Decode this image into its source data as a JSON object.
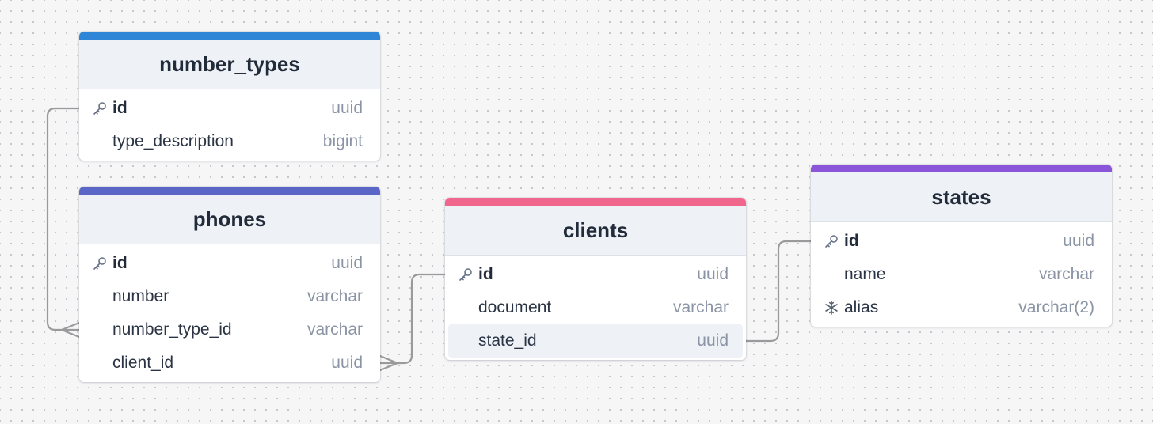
{
  "tables": [
    {
      "id": "number_types",
      "title": "number_types",
      "accent": "#2f86d6",
      "columns": [
        {
          "name": "id",
          "type": "uuid",
          "icon": "key-icon"
        },
        {
          "name": "type_description",
          "type": "bigint"
        }
      ]
    },
    {
      "id": "phones",
      "title": "phones",
      "accent": "#5b67c7",
      "columns": [
        {
          "name": "id",
          "type": "uuid",
          "icon": "key-icon"
        },
        {
          "name": "number",
          "type": "varchar"
        },
        {
          "name": "number_type_id",
          "type": "varchar"
        },
        {
          "name": "client_id",
          "type": "uuid"
        }
      ]
    },
    {
      "id": "clients",
      "title": "clients",
      "accent": "#f0668d",
      "columns": [
        {
          "name": "id",
          "type": "uuid",
          "icon": "key-icon"
        },
        {
          "name": "document",
          "type": "varchar"
        },
        {
          "name": "state_id",
          "type": "uuid",
          "highlighted": true
        }
      ]
    },
    {
      "id": "states",
      "title": "states",
      "accent": "#8a55d9",
      "columns": [
        {
          "name": "id",
          "type": "uuid",
          "icon": "key-icon"
        },
        {
          "name": "name",
          "type": "varchar"
        },
        {
          "name": "alias",
          "type": "varchar(2)",
          "icon": "unique-snowflake-icon"
        }
      ]
    }
  ],
  "relationships": [
    {
      "from": "number_types.id",
      "to": "phones.number_type_id",
      "cardinality": "one-to-many"
    },
    {
      "from": "clients.id",
      "to": "phones.client_id",
      "cardinality": "one-to-many"
    },
    {
      "from": "states.id",
      "to": "clients.state_id",
      "cardinality": "one-to-one"
    }
  ]
}
